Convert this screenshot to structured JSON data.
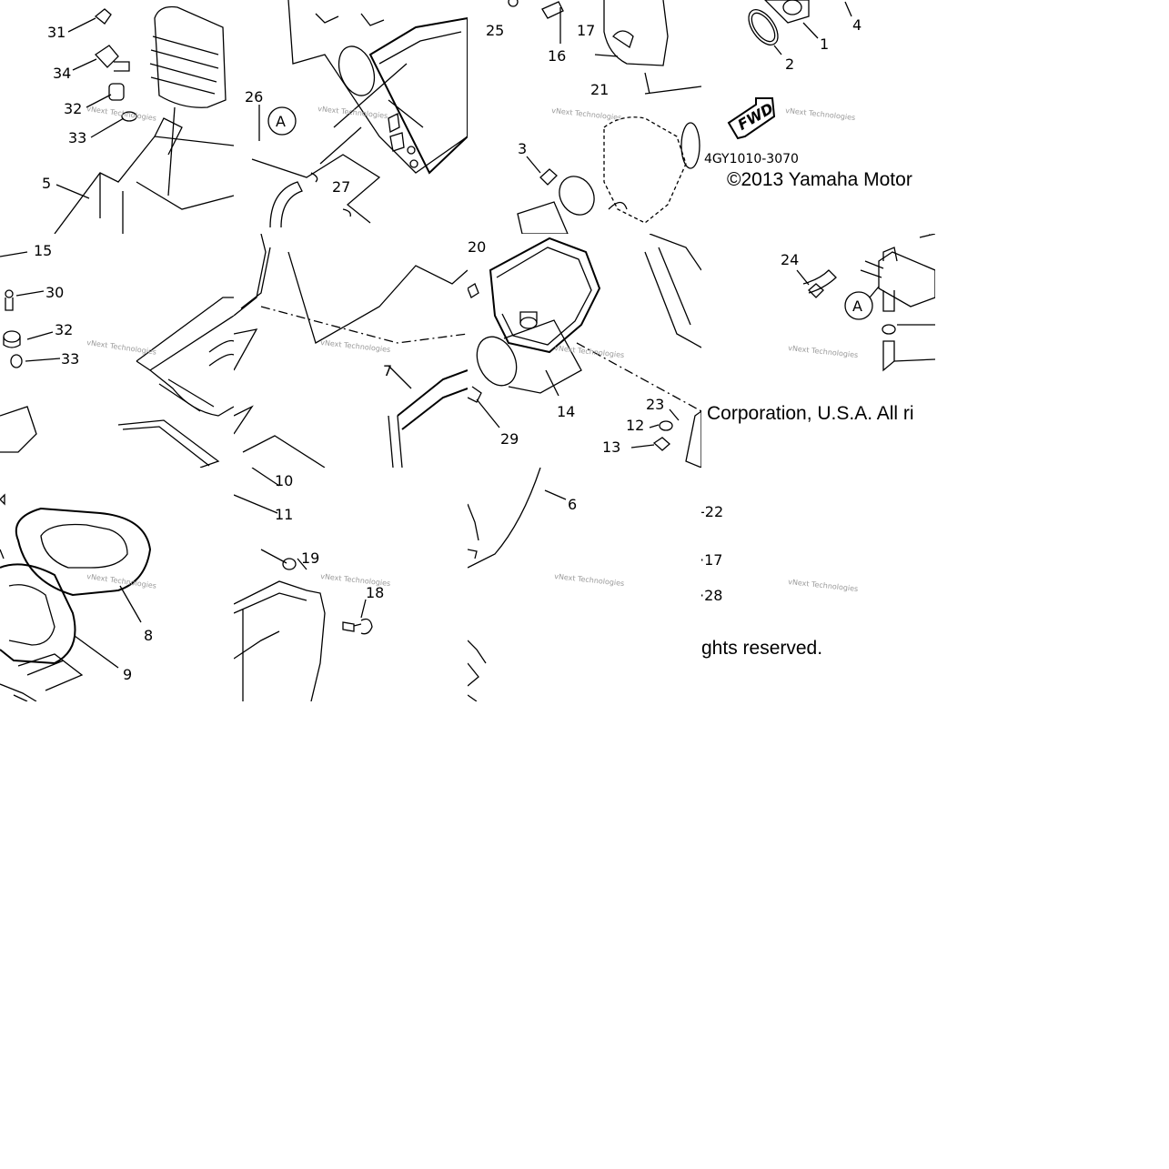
{
  "diagram": {
    "part_code": "4GY1010-3070",
    "fwd_label": "FWD",
    "ref_marker": "A",
    "copyright_line1": "©2013 Yamaha Motor",
    "copyright_line2": "Corporation, U.S.A. All ri",
    "copyright_line3": "ghts reserved.",
    "watermark": "vNext Technologies",
    "callouts": {
      "c1": "1",
      "c2": "2",
      "c3": "3",
      "c4": "4",
      "c5": "5",
      "c6": "6",
      "c7": "7",
      "c8": "8",
      "c9": "9",
      "c10": "10",
      "c11": "11",
      "c12": "12",
      "c13": "13",
      "c14": "14",
      "c15": "15",
      "c16": "16",
      "c17": "17",
      "c17b": "·17",
      "c18": "18",
      "c19": "19",
      "c20": "20",
      "c21": "21",
      "c22": "-22",
      "c23": "23",
      "c24": "24",
      "c25": "25",
      "c26": "26",
      "c27": "27",
      "c28": "·28",
      "c29": "29",
      "c30": "30",
      "c31": "31",
      "c32": "32",
      "c32b": "32",
      "c33": "33",
      "c33b": "33",
      "c34": "34"
    }
  }
}
